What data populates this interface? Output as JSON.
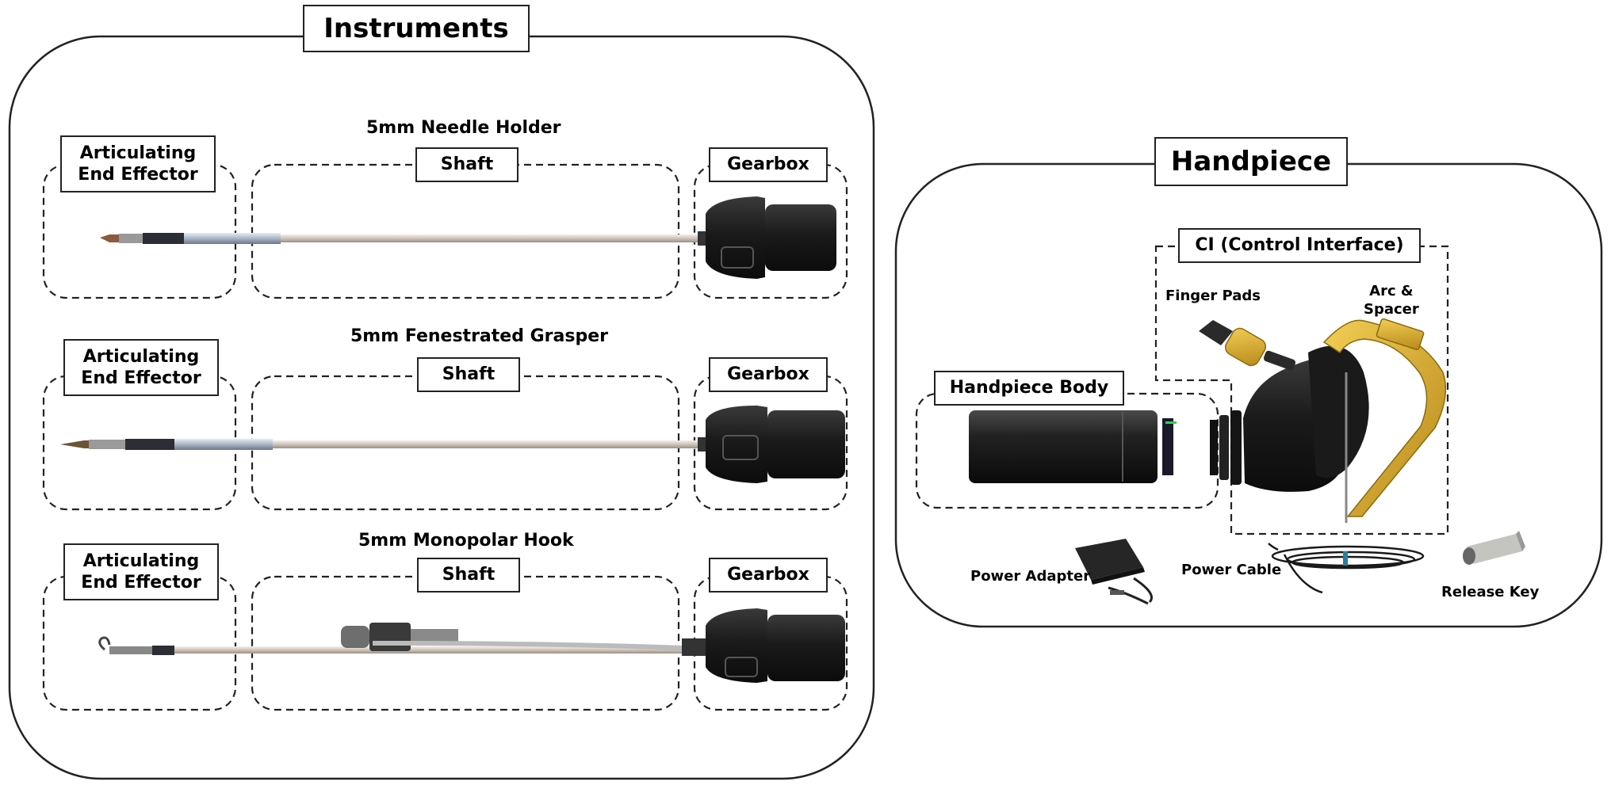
{
  "instruments_panel": {
    "title": "Instruments",
    "instruments": [
      {
        "name": "5mm Needle Holder",
        "end_effector_label": "Articulating\nEnd Effector",
        "shaft_label": "Shaft",
        "gearbox_label": "Gearbox"
      },
      {
        "name": "5mm Fenestrated Grasper",
        "end_effector_label": "Articulating\nEnd Effector",
        "shaft_label": "Shaft",
        "gearbox_label": "Gearbox"
      },
      {
        "name": "5mm Monopolar Hook",
        "end_effector_label": "Articulating\nEnd Effector",
        "shaft_label": "Shaft",
        "gearbox_label": "Gearbox"
      }
    ]
  },
  "handpiece_panel": {
    "title": "Handpiece",
    "ci_label": "CI (Control Interface)",
    "finger_pads": "Finger Pads",
    "arc_spacer": "Arc &\nSpacer",
    "body_label": "Handpiece Body",
    "accessories": {
      "power_adapter": "Power Adapter",
      "power_cable": "Power Cable",
      "release_key": "Release Key"
    }
  },
  "colors": {
    "outline": "#222222",
    "instrument_black": "#1c1c1c",
    "shaft_silver": "#d9cfc4",
    "arc_yellow": "#e0b32c",
    "indicator_green": "#35d34a"
  }
}
